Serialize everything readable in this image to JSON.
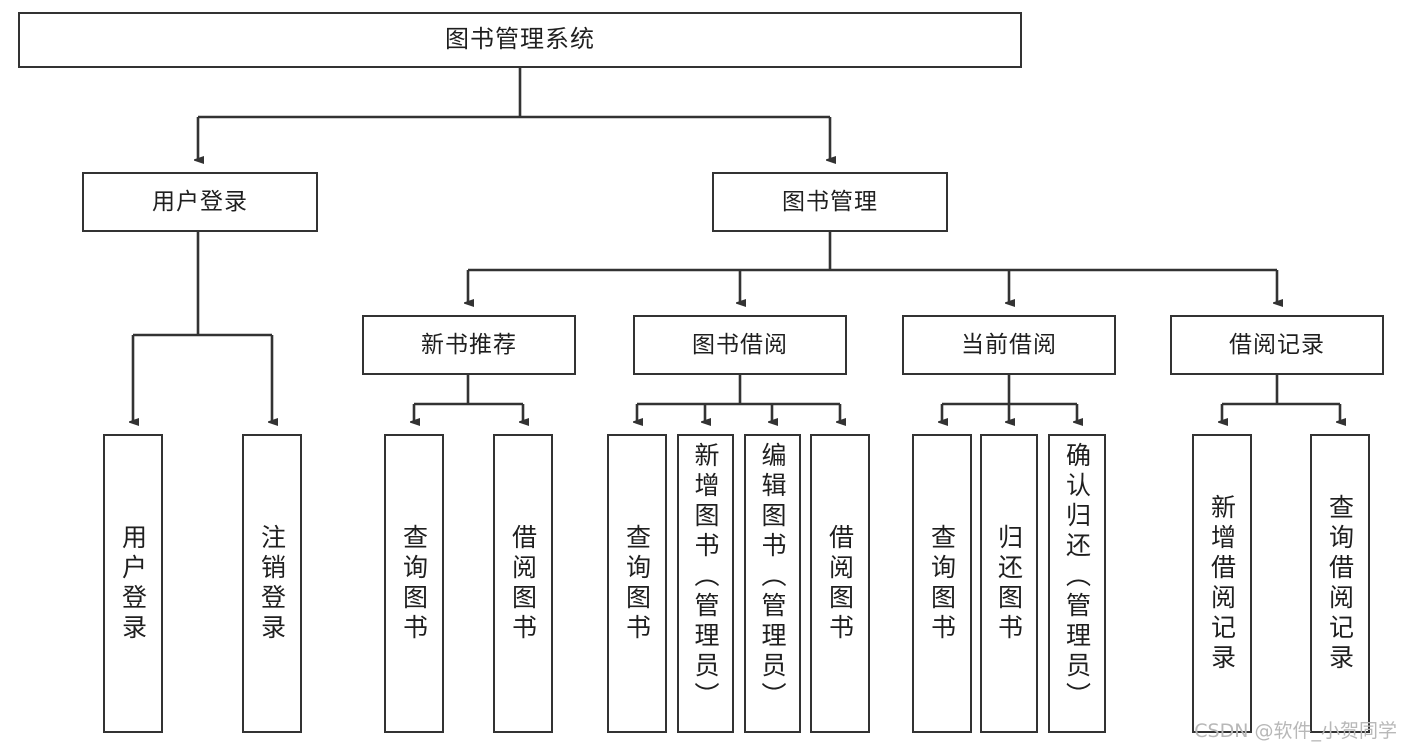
{
  "diagram": {
    "title": "图书管理系统",
    "type": "tree-hierarchy",
    "root": {
      "label": "图书管理系统"
    },
    "level2": [
      {
        "label": "用户登录"
      },
      {
        "label": "图书管理"
      }
    ],
    "level3": [
      {
        "label": "新书推荐"
      },
      {
        "label": "图书借阅"
      },
      {
        "label": "当前借阅"
      },
      {
        "label": "借阅记录"
      }
    ],
    "leaves": {
      "user_login": [
        {
          "label": "用户登录"
        },
        {
          "label": "注销登录"
        }
      ],
      "new_book_recommend": [
        {
          "label": "查询图书"
        },
        {
          "label": "借阅图书"
        }
      ],
      "book_borrow": [
        {
          "label": "查询图书"
        },
        {
          "label": "新增图书（管理员）"
        },
        {
          "label": "编辑图书（管理员）"
        },
        {
          "label": "借阅图书"
        }
      ],
      "current_borrow": [
        {
          "label": "查询图书"
        },
        {
          "label": "归还图书"
        },
        {
          "label": "确认归还（管理员）"
        }
      ],
      "borrow_record": [
        {
          "label": "新增借阅记录"
        },
        {
          "label": "查询借阅记录"
        }
      ]
    }
  },
  "watermark": {
    "text": "CSDN @软件_小贺同学"
  },
  "colors": {
    "stroke": "#333333",
    "text": "#1f1f1f",
    "background": "#ffffff",
    "watermark": "#b8b8b8"
  }
}
